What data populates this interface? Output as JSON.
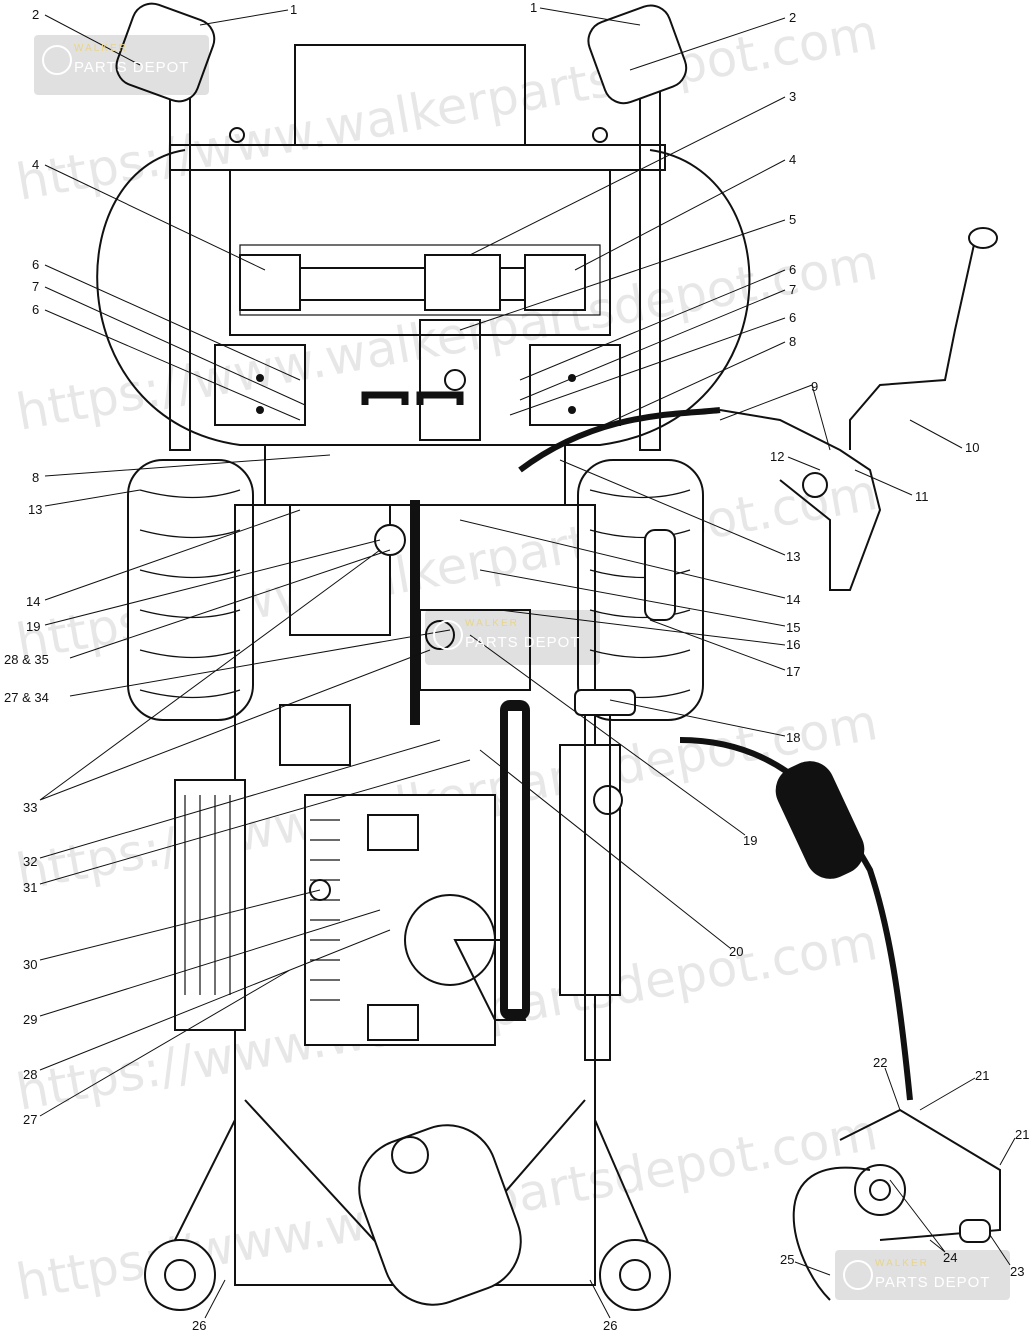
{
  "diagram": {
    "callouts": [
      "1",
      "2",
      "1",
      "2",
      "3",
      "4",
      "4",
      "5",
      "6",
      "7",
      "6",
      "6",
      "7",
      "6",
      "8",
      "9",
      "10",
      "11",
      "12",
      "8",
      "13",
      "13",
      "14",
      "19",
      "28 & 35",
      "27 & 34",
      "14",
      "15",
      "16",
      "17",
      "18",
      "19",
      "20",
      "33",
      "32",
      "31",
      "30",
      "29",
      "28",
      "27",
      "22",
      "21",
      "21",
      "23",
      "24",
      "25",
      "26",
      "26"
    ]
  },
  "watermark": {
    "text": "https://www.walkerpartsdepot.com",
    "logo_top": "WALKER",
    "logo_bottom": "PARTS DEPOT"
  }
}
